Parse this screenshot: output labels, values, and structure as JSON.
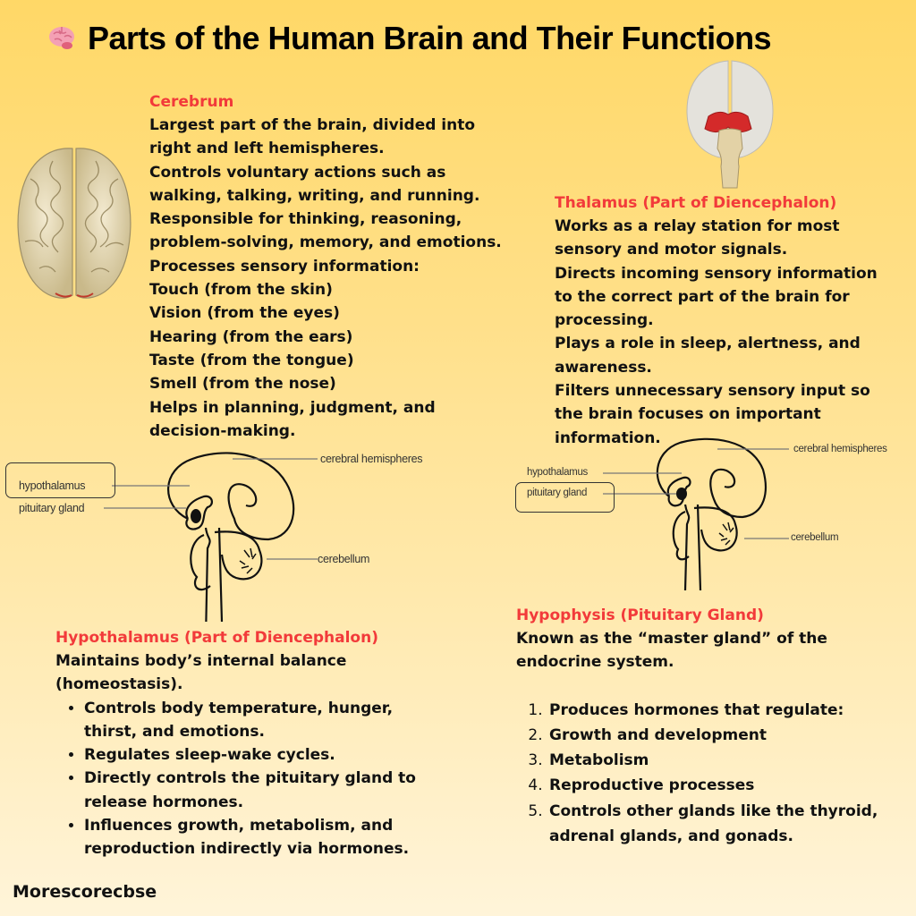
{
  "title": {
    "icon": "brain-emoji-icon",
    "text": "Parts of the Human Brain and Their Functions"
  },
  "colors": {
    "heading": "#f23a3a",
    "text": "#111111",
    "background_top": "#ffd867",
    "background_bottom": "#fff4d9"
  },
  "cerebrum": {
    "heading": "Cerebrum",
    "lines": [
      "Largest part of the brain, divided into",
      "right and left hemispheres.",
      "Controls voluntary actions such as",
      "walking, talking, writing, and running.",
      "Responsible for thinking, reasoning,",
      "problem-solving, memory, and emotions.",
      "Processes sensory information:",
      "Touch (from the skin)",
      "Vision (from the eyes)",
      "Hearing (from the ears)",
      "Taste (from the tongue)",
      "Smell (from the nose)",
      "Helps in planning, judgment, and",
      "decision-making."
    ]
  },
  "thalamus": {
    "heading": "Thalamus (Part of Diencephalon)",
    "lines": [
      "Works as a relay station for most",
      "sensory and motor signals.",
      "Directs incoming sensory information",
      "to the correct part of the brain for",
      "processing.",
      "Plays a role in sleep, alertness, and",
      "awareness.",
      "Filters unnecessary sensory input so",
      "the brain focuses on important",
      "information."
    ]
  },
  "diagram_left": {
    "labels": {
      "cerebral": "cerebral hemispheres",
      "hypothalamus": "hypothalamus",
      "pituitary": "pituitary gland",
      "cerebellum": "cerebellum"
    },
    "highlighted": "hypothalamus"
  },
  "diagram_right": {
    "labels": {
      "cerebral": "cerebral hemispheres",
      "hypothalamus": "hypothalamus",
      "pituitary": "pituitary gland",
      "cerebellum": "cerebellum"
    },
    "highlighted": "pituitary gland"
  },
  "hypothalamus": {
    "heading": "Hypothalamus (Part of Diencephalon)",
    "intro": [
      "Maintains body’s internal balance",
      "(homeostasis)."
    ],
    "bullets": [
      "Controls body temperature, hunger, thirst, and emotions.",
      "Regulates sleep-wake cycles.",
      "Directly controls the pituitary gland to release hormones.",
      "Influences growth, metabolism, and reproduction indirectly via hormones."
    ]
  },
  "pituitary": {
    "heading": "Hypophysis (Pituitary Gland)",
    "intro": [
      "Known as the “master gland” of the",
      "endocrine system."
    ],
    "items": [
      "Produces hormones that regulate:",
      "Growth and development",
      "Metabolism",
      "Reproductive processes",
      "Controls other glands like the thyroid, adrenal glands, and gonads."
    ]
  },
  "brand": "Morescorecbse"
}
